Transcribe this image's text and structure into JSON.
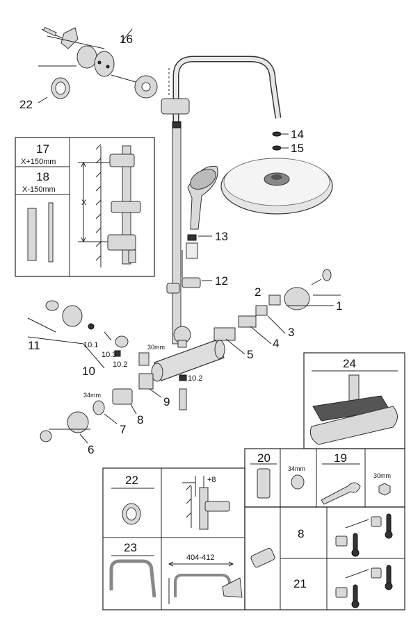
{
  "callouts": {
    "c1": "1",
    "c2": "2",
    "c3": "3",
    "c4": "4",
    "c5": "5",
    "c6": "6",
    "c7": "7",
    "c8": "8",
    "c9": "9",
    "c10": "10",
    "c10_1": "10.1",
    "c10_2": "10.2",
    "c10_2b": "10.2",
    "c10_3": "10.3",
    "c11": "11",
    "c12": "12",
    "c13": "13",
    "c14": "14",
    "c15": "15",
    "c16": "16",
    "c22": "22",
    "c24": "24"
  },
  "dims": {
    "d30mm_top": "30mm",
    "d34mm_left": "34mm"
  },
  "extension_box": {
    "item17": "17",
    "item17_sub": "X+150mm",
    "item18": "18",
    "item18_sub": "X-150mm",
    "x_label": "X"
  },
  "spares_table": {
    "item22": "22",
    "item23": "23",
    "plus8": "+8",
    "dim_404_412": "404-412",
    "item20": "20",
    "d34mm": "34mm",
    "item19": "19",
    "d30mm": "30mm",
    "item8": "8",
    "item21": "21"
  }
}
